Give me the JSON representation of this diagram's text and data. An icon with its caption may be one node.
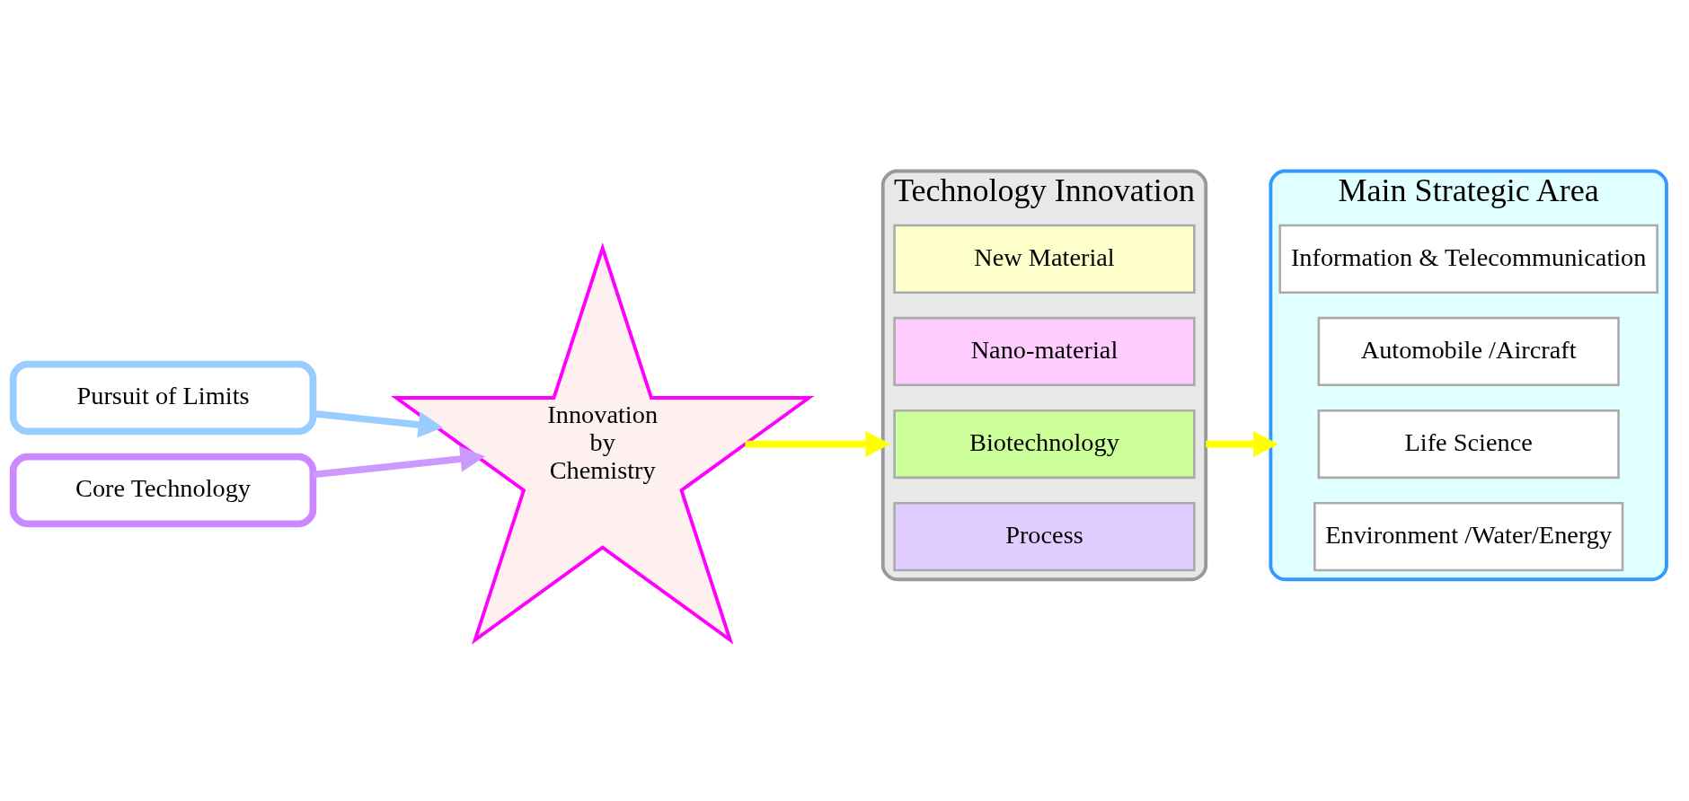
{
  "diagram": {
    "nodes": [
      {
        "text": [
          "Pursuit of Limits"
        ]
      },
      {
        "text": [
          "Innovation by Chemistry"
        ]
      },
      {
        "text": [
          "Core Technology"
        ]
      },
      {
        "text": [
          "Technology Innovation"
        ]
      },
      {
        "text": [
          "New Material"
        ],
        "in": 3
      },
      {
        "text": [
          "Nano-material"
        ],
        "in": 3
      },
      {
        "text": [
          "Biotechnology"
        ],
        "in": 3
      },
      {
        "text": [
          "Process"
        ],
        "in": 3
      },
      {
        "text": [
          "Main Strategic Area"
        ]
      },
      {
        "text": [
          "Information & Telecommunication"
        ],
        "in": 8
      },
      {
        "text": [
          "Automobile /Aircraft"
        ],
        "in": 8
      },
      {
        "text": [
          "Life Science"
        ],
        "in": 8
      },
      {
        "text": [
          "Environment /Water/Energy"
        ],
        "in": 8
      }
    ],
    "edges": [
      {
        "from": 0,
        "to": 1,
        "arrow": "to",
        "color": "#99ccff"
      },
      {
        "from": 2,
        "to": 1,
        "arrow": "to",
        "color": "#cc99ff"
      },
      {
        "from": 1,
        "to": 3,
        "arrow": "to",
        "color": "#ffff00"
      },
      {
        "from": 3,
        "to": 8,
        "arrow": "to",
        "color": "#ffff00"
      }
    ]
  }
}
